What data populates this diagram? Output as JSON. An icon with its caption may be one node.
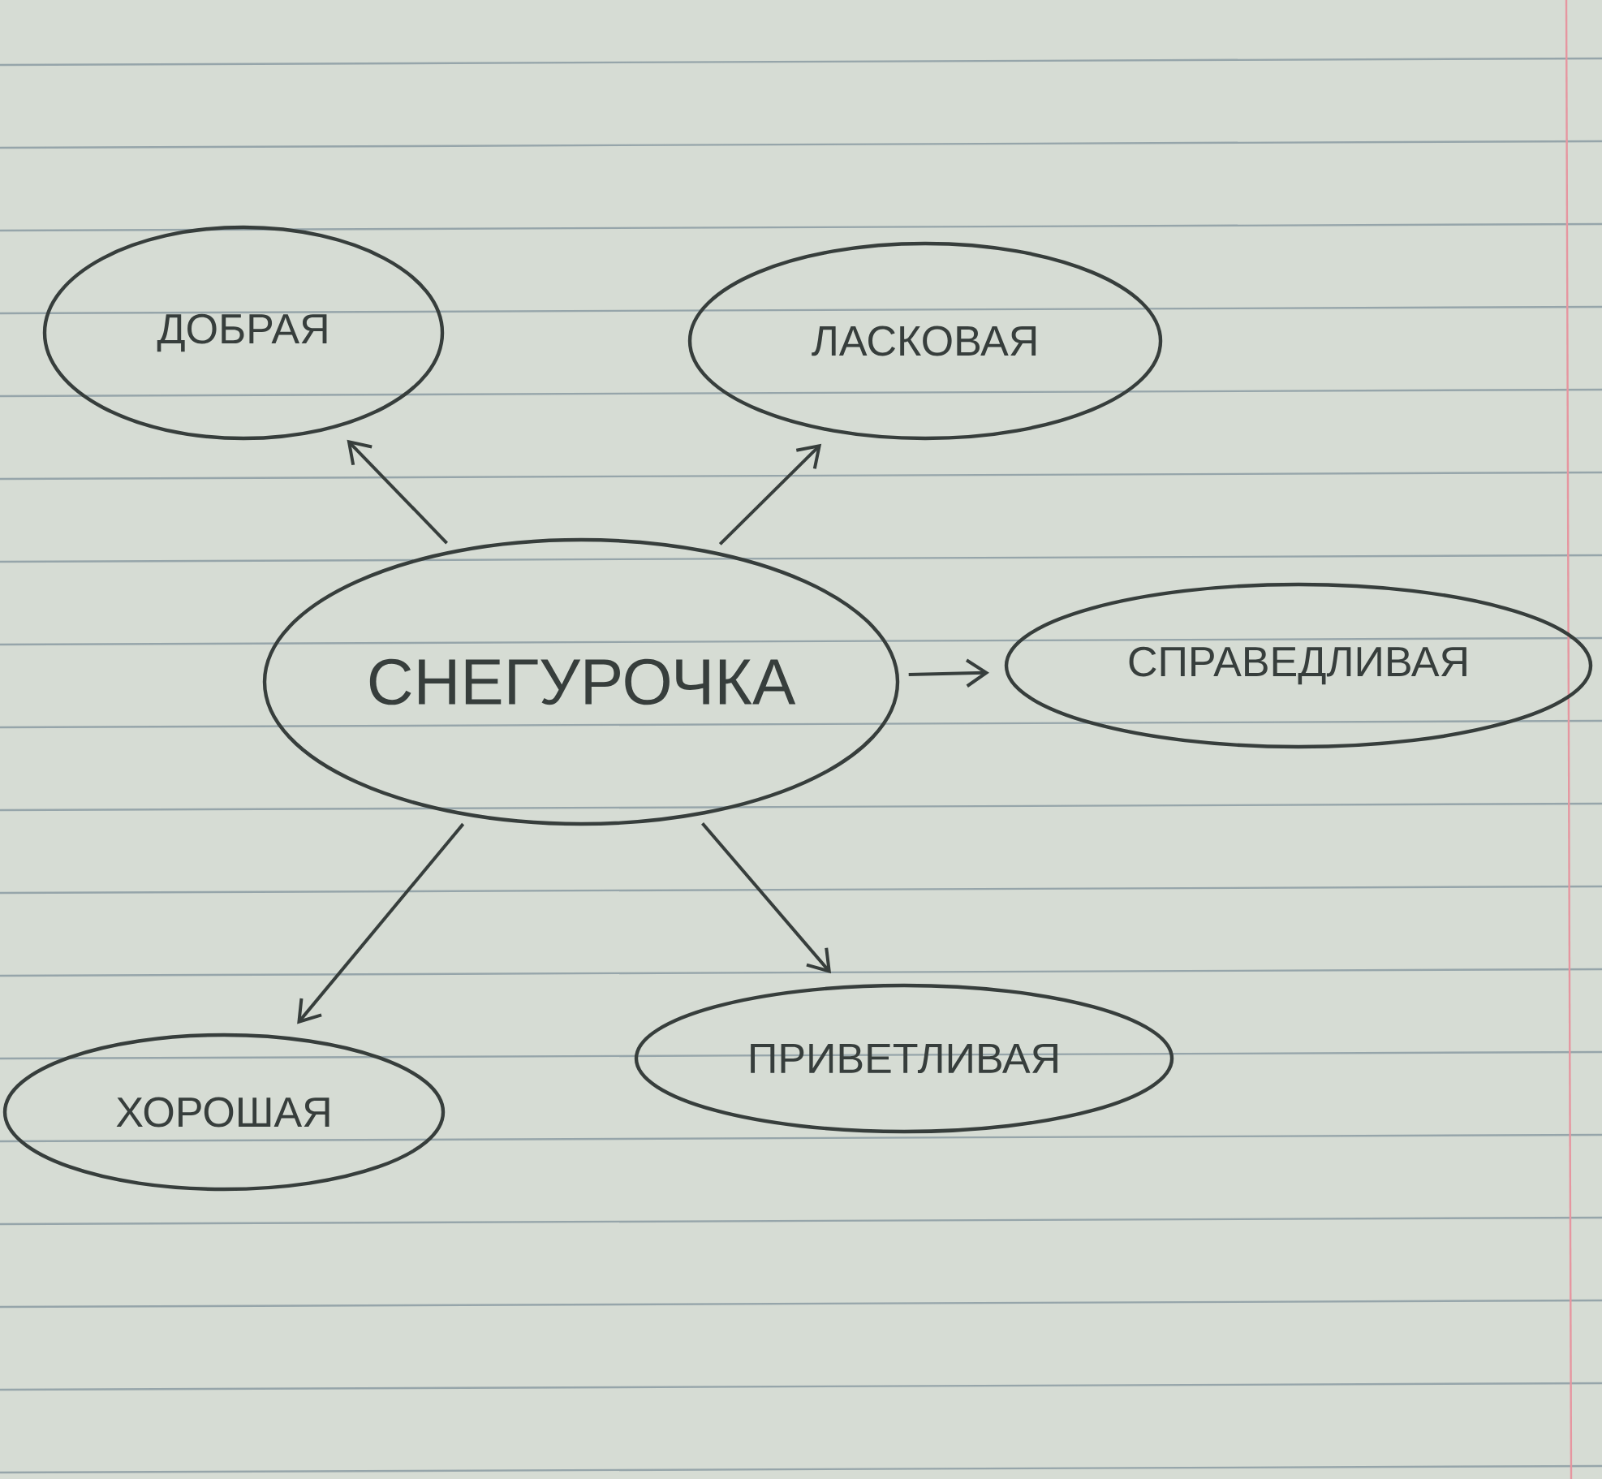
{
  "diagram": {
    "nodes": [
      {
        "text": [
          "ДОБРАЯ"
        ]
      },
      {
        "text": [
          "ЛАСКОВАЯ"
        ]
      },
      {
        "text": [
          "СНЕГУРОЧКА"
        ]
      },
      {
        "text": [
          "СПРАВЕДЛИВАЯ"
        ]
      },
      {
        "text": [
          "ХОРОШАЯ"
        ]
      },
      {
        "text": [
          "ПРИВЕТЛИВАЯ"
        ]
      }
    ],
    "edges": [
      {
        "from": 2,
        "to": 0,
        "arrow": "to"
      },
      {
        "from": 2,
        "to": 1,
        "arrow": "to"
      },
      {
        "from": 2,
        "to": 3,
        "arrow": "to"
      },
      {
        "from": 2,
        "to": 4,
        "arrow": "to"
      },
      {
        "from": 2,
        "to": 5,
        "arrow": "to"
      }
    ]
  }
}
